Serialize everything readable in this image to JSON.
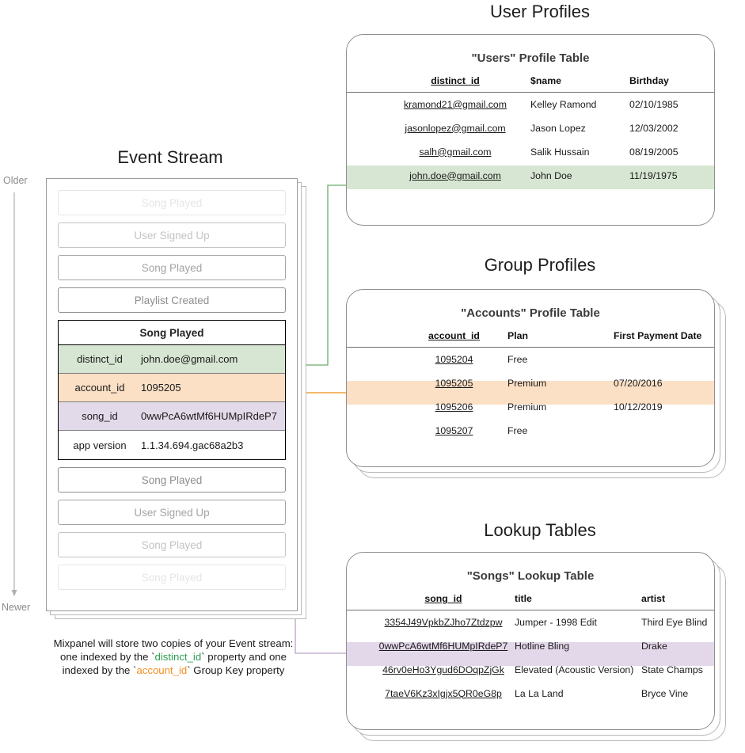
{
  "axis": {
    "older": "Older",
    "newer": "Newer"
  },
  "event_stream": {
    "title": "Event Stream",
    "events_above": [
      {
        "label": "Song Played"
      },
      {
        "label": "User Signed Up"
      },
      {
        "label": "Song Played"
      },
      {
        "label": "Playlist Created"
      }
    ],
    "focused_event": {
      "title": "Song Played",
      "properties": [
        {
          "key": "distinct_id",
          "value": "john.doe@gmail.com",
          "highlight": "green"
        },
        {
          "key": "account_id",
          "value": "1095205",
          "highlight": "orange"
        },
        {
          "key": "song_id",
          "value": "0wwPcA6wtMf6HUMpIRdeP7",
          "highlight": "purple"
        },
        {
          "key": "app version",
          "value": "1.1.34.694.gac68a2b3",
          "highlight": "none"
        }
      ]
    },
    "events_below": [
      {
        "label": "Song Played"
      },
      {
        "label": "User Signed Up"
      },
      {
        "label": "Song Played"
      },
      {
        "label": "Song Played"
      }
    ],
    "caption": {
      "line1_pre": "Mixpanel will store two copies of your Event stream:",
      "line2_pre": "one indexed by the `",
      "line2_token": "distinct_id",
      "line2_post": "` property and one",
      "line3_pre": "indexed by the `",
      "line3_token": "account_id",
      "line3_post": "` Group Key property"
    }
  },
  "user_profiles": {
    "section_title": "User Profiles",
    "card_title": "\"Users\" Profile Table",
    "columns": [
      "distinct_id",
      "$name",
      "Birthday"
    ],
    "rows": [
      {
        "distinct_id": "kramond21@gmail.com",
        "name": "Kelley Ramond",
        "birthday": "02/10/1985",
        "highlight": "none"
      },
      {
        "distinct_id": "jasonlopez@gmail.com",
        "name": "Jason Lopez",
        "birthday": "12/03/2002",
        "highlight": "none"
      },
      {
        "distinct_id": "salh@gmail.com",
        "name": "Salik Hussain",
        "birthday": "08/19/2005",
        "highlight": "none"
      },
      {
        "distinct_id": "john.doe@gmail.com",
        "name": "John Doe",
        "birthday": "11/19/1975",
        "highlight": "green"
      }
    ]
  },
  "group_profiles": {
    "section_title": "Group Profiles",
    "card_title": "\"Accounts\" Profile Table",
    "columns": [
      "account_id",
      "Plan",
      "First Payment Date"
    ],
    "rows": [
      {
        "account_id": "1095204",
        "plan": "Free",
        "first_payment_date": "",
        "highlight": "none"
      },
      {
        "account_id": "1095205",
        "plan": "Premium",
        "first_payment_date": "07/20/2016",
        "highlight": "orange"
      },
      {
        "account_id": "1095206",
        "plan": "Premium",
        "first_payment_date": "10/12/2019",
        "highlight": "none"
      },
      {
        "account_id": "1095207",
        "plan": "Free",
        "first_payment_date": "",
        "highlight": "none"
      }
    ]
  },
  "lookup_tables": {
    "section_title": "Lookup Tables",
    "card_title": "\"Songs\" Lookup Table",
    "columns": [
      "song_id",
      "title",
      "artist"
    ],
    "rows": [
      {
        "song_id": "3354J49VpkbZJho7Ztdzpw",
        "title": "Jumper - 1998 Edit",
        "artist": "Third Eye Blind",
        "highlight": "none"
      },
      {
        "song_id": "0wwPcA6wtMf6HUMpIRdeP7",
        "title": "Hotline Bling",
        "artist": "Drake",
        "highlight": "purple"
      },
      {
        "song_id": "46rv0eHo3Ygud6DOqpZjGk",
        "title": "Elevated (Acoustic Version)",
        "artist": "State Champs",
        "highlight": "none"
      },
      {
        "song_id": "7taeV6Kz3xIgjx5QR0eG8p",
        "title": "La La Land",
        "artist": "Bryce Vine",
        "highlight": "none"
      }
    ]
  },
  "colors": {
    "green_row": "#d6e6d2",
    "orange_row": "#fbe0c6",
    "purple_row": "#e3d8e9",
    "green_line": "#6cab6c",
    "orange_line": "#f0a13c",
    "purple_line": "#b9a4c4",
    "axis_gray": "#b0b0b0",
    "token_green": "#2e9e52",
    "token_orange": "#f5901f"
  }
}
